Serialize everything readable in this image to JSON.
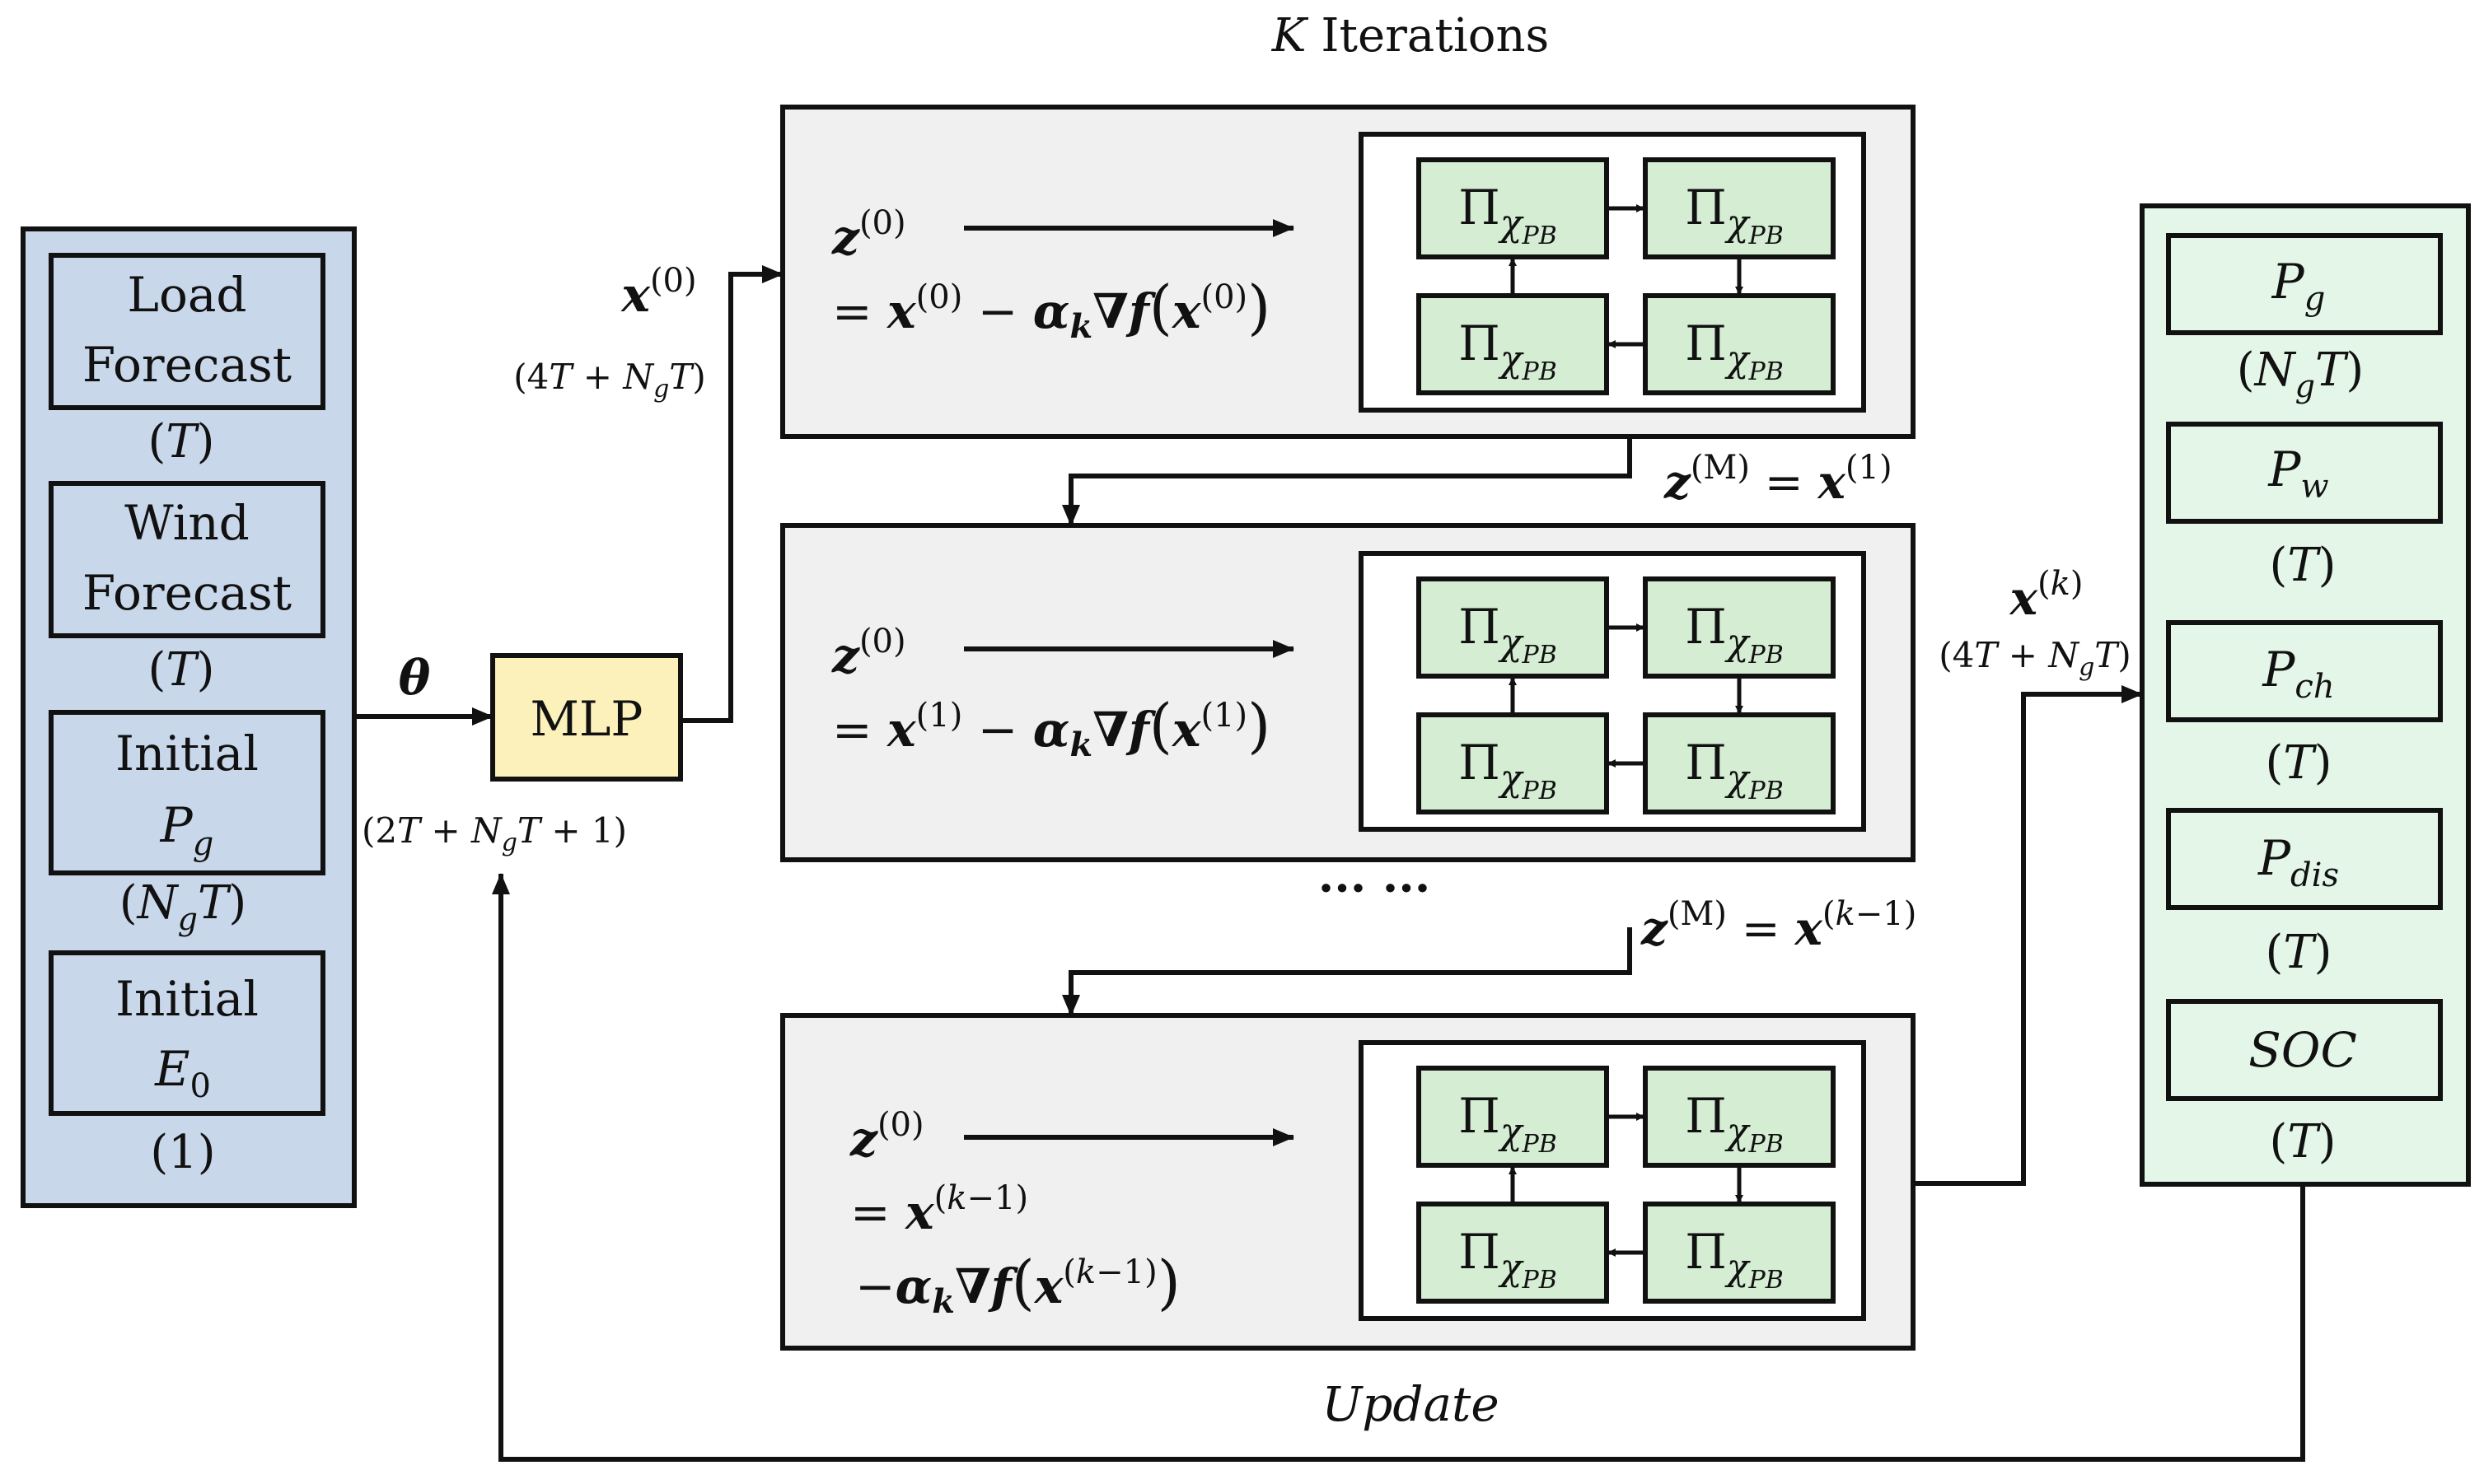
{
  "title": {
    "prefix": "K",
    "text": " Iterations"
  },
  "update_label": "Update",
  "colors": {
    "input_panel": "#c9d7ea",
    "mlp_box": "#fcf0bb",
    "iter_box": "#f0f0f0",
    "proj_box": "#d4edd3",
    "output_panel": "#e4f6e8",
    "stroke": "#111111"
  },
  "inputs": [
    {
      "lines": [
        "Load",
        "Forecast"
      ],
      "dim": "(T)"
    },
    {
      "lines": [
        "Wind",
        "Forecast"
      ],
      "dim": "(T)"
    },
    {
      "lines": [
        "Initial",
        "P_g"
      ],
      "dim": "(N_g T)"
    },
    {
      "lines": [
        "Initial",
        "E_0"
      ],
      "dim": "(1)"
    }
  ],
  "theta_label": "θ",
  "mlp": {
    "label": "MLP",
    "dim": "(2T + N_g T + 1)"
  },
  "x0_label": "x^(0)",
  "x0_dim": "(4T + N_g T)",
  "iterations": [
    {
      "z": "z^(0)",
      "eq1": "= x^(0) − α_k ∇f(x^(0))",
      "eq2": ""
    },
    {
      "z": "z^(0)",
      "eq1": "= x^(1) − α_k ∇f(x^(1))",
      "eq2": ""
    },
    {
      "z": "z^(0)",
      "eq1": "= x^(k−1)",
      "eq2": "−α_k ∇f(x^(k−1))"
    }
  ],
  "proj_symbol": "Π",
  "proj_sub": "χ",
  "proj_subsub": "PB",
  "links": [
    "z^(M) = x^(1)",
    "z^(M) = x^(k−1)"
  ],
  "ellipsis": "··· ···",
  "xk_label": "x^(k)",
  "xk_dim": "(4T + N_g T)",
  "outputs": [
    {
      "name": "P_g",
      "dim": "(N_g T)"
    },
    {
      "name": "P_w",
      "dim": "(T)"
    },
    {
      "name": "P_ch",
      "dim": "(T)"
    },
    {
      "name": "P_dis",
      "dim": "(T)"
    },
    {
      "name": "SOC",
      "dim": "(T)"
    }
  ]
}
